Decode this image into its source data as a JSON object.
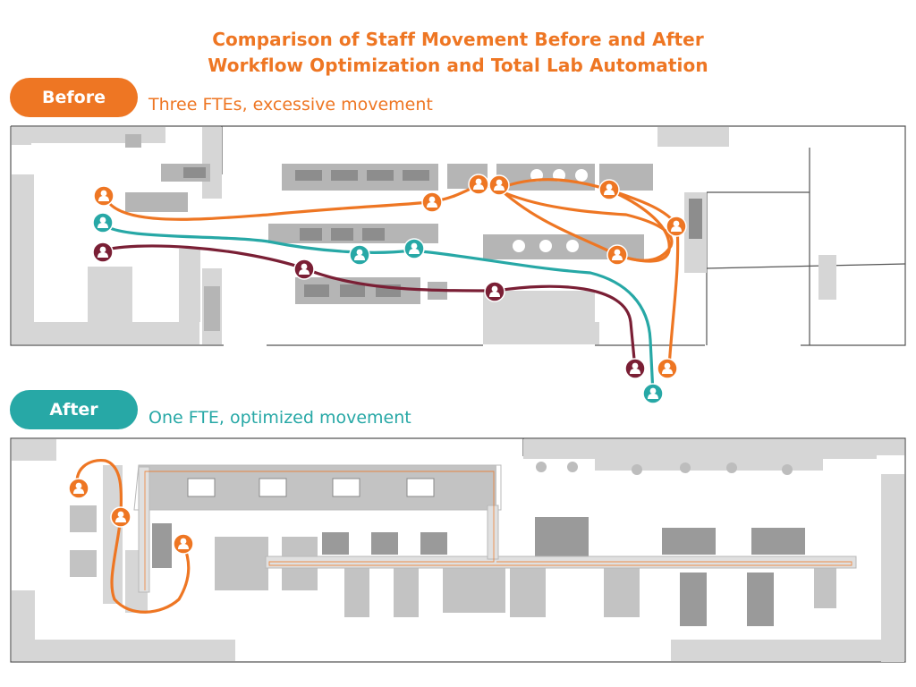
{
  "title": {
    "line1": "Comparison of Staff Movement Before and After",
    "line2": "Workflow Optimization and Total Lab Automation"
  },
  "before": {
    "label": "Before",
    "subtitle": "Three FTEs, excessive movement"
  },
  "after": {
    "label": "After",
    "subtitle": "One FTE, optimized movement"
  },
  "colors": {
    "orange": "#ee7623",
    "teal": "#27a8a6",
    "maroon": "#7a1f35",
    "wall": "#d3d3d3",
    "equipment": "#b8b8b8"
  },
  "icons": {
    "staff_marker": "person-circle-icon"
  }
}
